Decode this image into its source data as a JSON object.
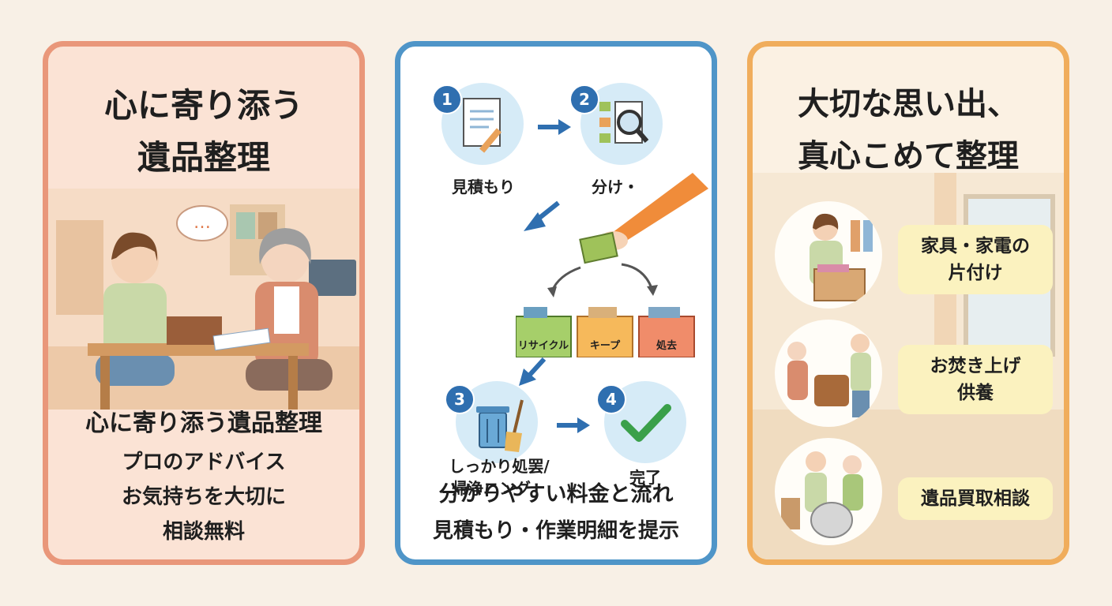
{
  "left": {
    "title_line1": "心に寄り添う",
    "title_line2": "遺品整理",
    "bubble": "…",
    "lines": [
      "心に寄り添う遺品整理",
      "プロのアドバイス",
      "お気持ちを大切に",
      "相談無料"
    ]
  },
  "middle": {
    "steps": [
      {
        "number": "1",
        "label": "見積もり"
      },
      {
        "number": "2",
        "label": "分け・"
      },
      {
        "number": "3",
        "label_line1": "しっかり処罢/",
        "label_line2": "帰浄ニング"
      },
      {
        "number": "4",
        "label": "完了"
      }
    ],
    "boxes": [
      "リサイクル",
      "キープ",
      "処去"
    ],
    "footer_line1": "分かりやすい料金と流れ",
    "footer_line2": "見積もり・作業明細を提示"
  },
  "right": {
    "title_line1": "大切な思い出、",
    "title_line2": "真心こめて整理",
    "services": [
      {
        "line1": "家具・家電の",
        "line2": "片付け"
      },
      {
        "line1": "お焚き上げ",
        "line2": "供養"
      },
      {
        "line1": "遺品買取相談",
        "line2": ""
      }
    ]
  },
  "colors": {
    "left_border": "#e9977a",
    "middle_border": "#4f95c8",
    "right_border": "#f0ad5c",
    "step_badge": "#2f6fb0",
    "arrow": "#2f6fb0",
    "check": "#3aa04a",
    "pill": "#fbf2bf"
  },
  "icons": [
    "document-pen-icon",
    "sort-magnifier-icon",
    "trash-broom-icon",
    "check-icon"
  ]
}
